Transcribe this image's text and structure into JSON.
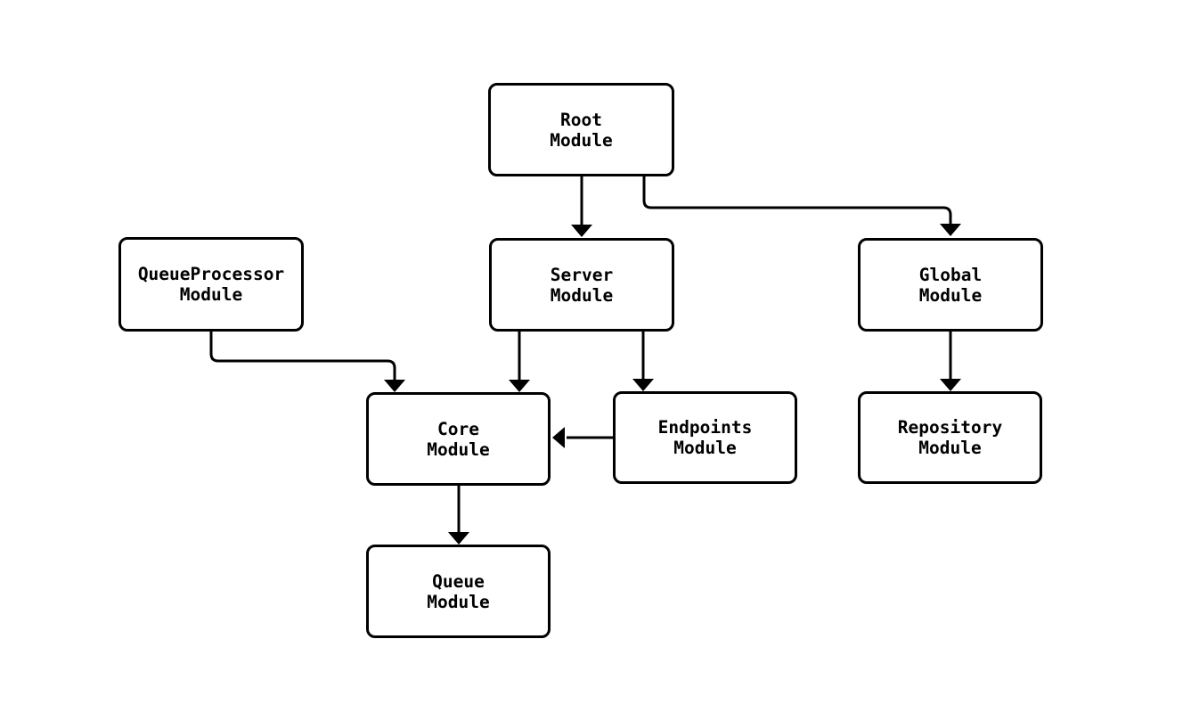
{
  "diagram": {
    "type": "module-dependency-graph",
    "background_color": "#ffffff",
    "node_fill_color": "#ffffff",
    "node_border_color": "#000000",
    "text_color": "#000000",
    "arrow_color": "#000000",
    "nodes": [
      {
        "id": "RootModule",
        "line1": "Root",
        "line2": "Module"
      },
      {
        "id": "QueueProcessorModule",
        "line1": "QueueProcessor",
        "line2": "Module"
      },
      {
        "id": "ServerModule",
        "line1": "Server",
        "line2": "Module"
      },
      {
        "id": "GlobalModule",
        "line1": "Global",
        "line2": "Module"
      },
      {
        "id": "CoreModule",
        "line1": "Core",
        "line2": "Module"
      },
      {
        "id": "EndpointsModule",
        "line1": "Endpoints",
        "line2": "Module"
      },
      {
        "id": "RepositoryModule",
        "line1": "Repository",
        "line2": "Module"
      },
      {
        "id": "QueueModule",
        "line1": "Queue",
        "line2": "Module"
      }
    ],
    "edges": [
      {
        "from": "RootModule",
        "to": "ServerModule"
      },
      {
        "from": "RootModule",
        "to": "GlobalModule"
      },
      {
        "from": "QueueProcessorModule",
        "to": "CoreModule"
      },
      {
        "from": "ServerModule",
        "to": "CoreModule"
      },
      {
        "from": "ServerModule",
        "to": "EndpointsModule"
      },
      {
        "from": "EndpointsModule",
        "to": "CoreModule"
      },
      {
        "from": "GlobalModule",
        "to": "RepositoryModule"
      },
      {
        "from": "CoreModule",
        "to": "QueueModule"
      }
    ]
  }
}
